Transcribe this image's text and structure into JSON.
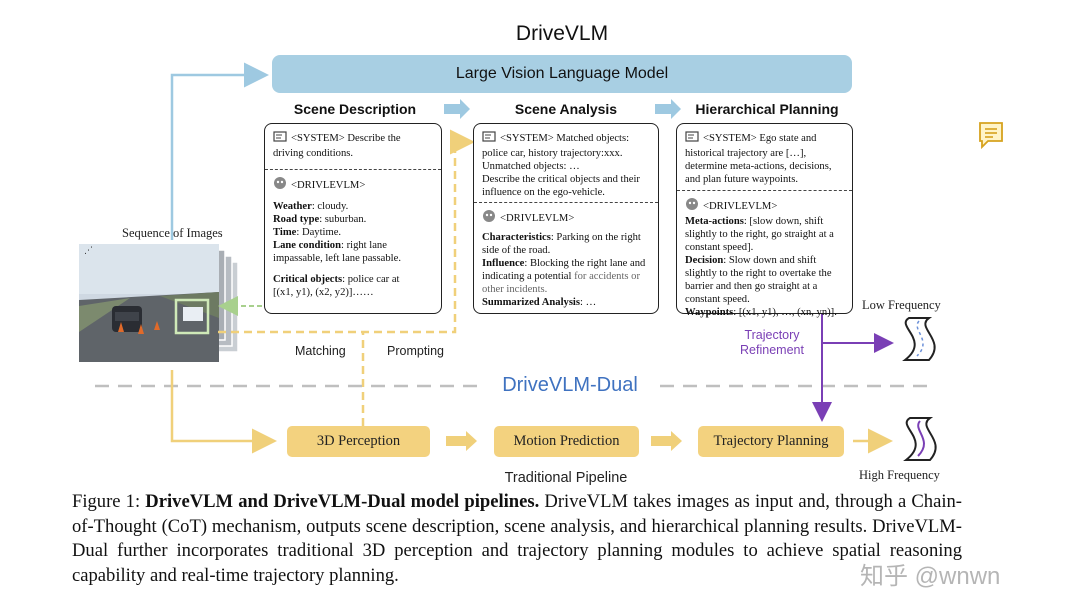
{
  "title": "DriveVLM",
  "lvlm_label": "Large Vision Language Model",
  "sections": {
    "scene_description": "Scene Description",
    "scene_analysis": "Scene Analysis",
    "hierarchical_planning": "Hierarchical Planning"
  },
  "card1": {
    "system_tag": "<SYSTEM>",
    "system_text_1": " Describe the",
    "system_text_2": "driving conditions.",
    "vlm_tag": "<DRIVLEVLM>",
    "weather_k": "Weather",
    "weather_v": ": cloudy.",
    "road_k": "Road type",
    "road_v": ": suburban.",
    "time_k": "Time",
    "time_v": ": Daytime.",
    "lane_k": "Lane condition",
    "lane_v": ": right lane",
    "lane_v2": "impassable, left lane passable.",
    "crit_k": "Critical objects",
    "crit_v": ": police car at",
    "crit_v2": "[(x1, y1), (x2, y2)]……"
  },
  "card2": {
    "system_tag": "<SYSTEM>",
    "line1": " Matched objects:",
    "line2": "police car, history trajectory:xxx.",
    "line3": "Unmatched objects: …",
    "line4": "Describe the critical objects and their",
    "line5": "influence on the ego-vehicle.",
    "vlm_tag": "<DRIVLEVLM>",
    "char_k": "Characteristics",
    "char_v": ": Parking on the right",
    "char_v2": "side of the road.",
    "infl_k": "Influence",
    "infl_v": ": Blocking the right lane and",
    "infl_v2a": "indicating a potential ",
    "infl_v2b": "for accidents or",
    "infl_v3": "other incidents.",
    "summ_k": "Summarized Analysis",
    "summ_v": ": …"
  },
  "card3": {
    "system_tag": "<SYSTEM>",
    "line1": " Ego state and",
    "line2": "historical trajectory are […],",
    "line3": "determine meta-actions, decisions,",
    "line4": "and plan future waypoints.",
    "vlm_tag": "<DRIVLEVLM>",
    "meta_k": "Meta-actions",
    "meta_v": ": [slow down, shift",
    "meta_v2": "slightly to the right, go straight at a",
    "meta_v3": "constant speed].",
    "dec_k": "Decision",
    "dec_v": ": Slow down and shift",
    "dec_v2": "slightly to the right to overtake the",
    "dec_v3": "barrier and then go straight at a",
    "dec_v4": "constant speed.",
    "way_k": "Waypoints",
    "way_v": ": [(x1, y1), …, (xn, yn)]."
  },
  "labels": {
    "sequence": "Sequence of Images",
    "matching": "Matching",
    "prompting": "Prompting",
    "low_frequency": "Low Frequency",
    "high_frequency": "High Frequency",
    "trajectory_refinement_1": "Trajectory",
    "trajectory_refinement_2": "Refinement",
    "dual": "DriveVLM-Dual",
    "traditional": "Traditional Pipeline"
  },
  "pipeline": {
    "perception": "3D Perception",
    "motion": "Motion Prediction",
    "planning": "Trajectory Planning"
  },
  "caption": {
    "fig": "Figure 1: ",
    "bold": "DriveVLM and DriveVLM-Dual model pipelines.",
    "rest": " DriveVLM takes images as input and, through a Chain-of-Thought (CoT) mechanism, outputs scene description, scene analysis, and hierarchical planning results. DriveVLM-Dual further incorporates traditional 3D perception and trajectory planning modules to achieve spatial reasoning capability and real-time trajectory planning."
  },
  "watermark": "知乎 @wnwn",
  "colors": {
    "lvlm_blue": "#a8cfe3",
    "arrow_blue": "#9ec9e1",
    "pipeline_yellow": "#f3d27f",
    "dashed_yellow": "#f0d07a",
    "refinement_purple": "#7a3fb5",
    "dual_blue": "#3f72c0"
  }
}
